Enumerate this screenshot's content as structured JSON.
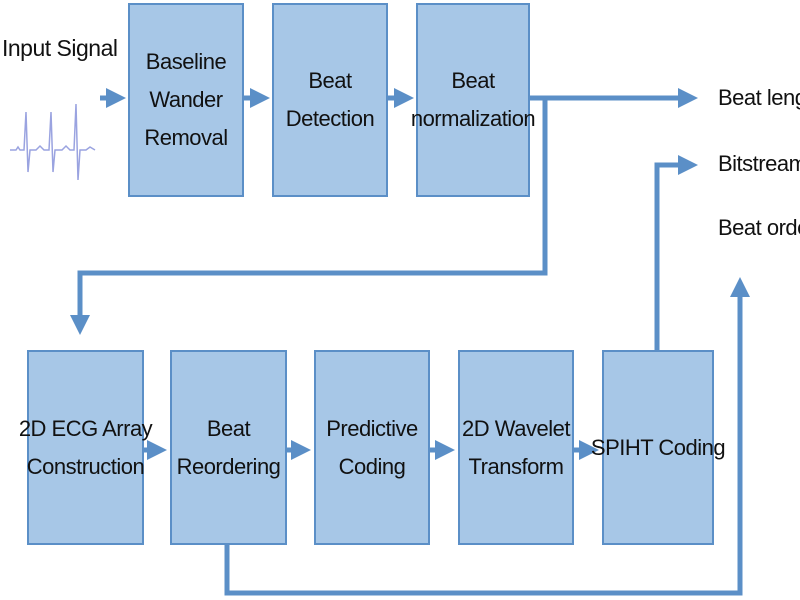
{
  "input_label": "Input Signal",
  "blocks": {
    "baseline_wander_removal": [
      "Baseline",
      "Wander",
      "Removal"
    ],
    "beat_detection": [
      "Beat",
      "Detection"
    ],
    "beat_normalization": [
      "Beat",
      "normalization"
    ],
    "ecg_array_construction": [
      "2D ECG Array",
      "Construction"
    ],
    "beat_reordering": [
      "Beat",
      "Reordering"
    ],
    "predictive_coding": [
      "Predictive",
      "Coding"
    ],
    "wavelet_transform": [
      "2D Wavelet",
      "Transform"
    ],
    "spiht_coding": [
      "SPIHT Coding"
    ]
  },
  "outputs": {
    "beat_length": "Beat length",
    "bitstream": "Bitstream",
    "beat_order": "Beat order"
  },
  "colors": {
    "box_fill": "#a7c7e7",
    "box_border": "#5b8fc7",
    "arrow": "#5b8fc7",
    "signal": "#9aa3e0"
  }
}
